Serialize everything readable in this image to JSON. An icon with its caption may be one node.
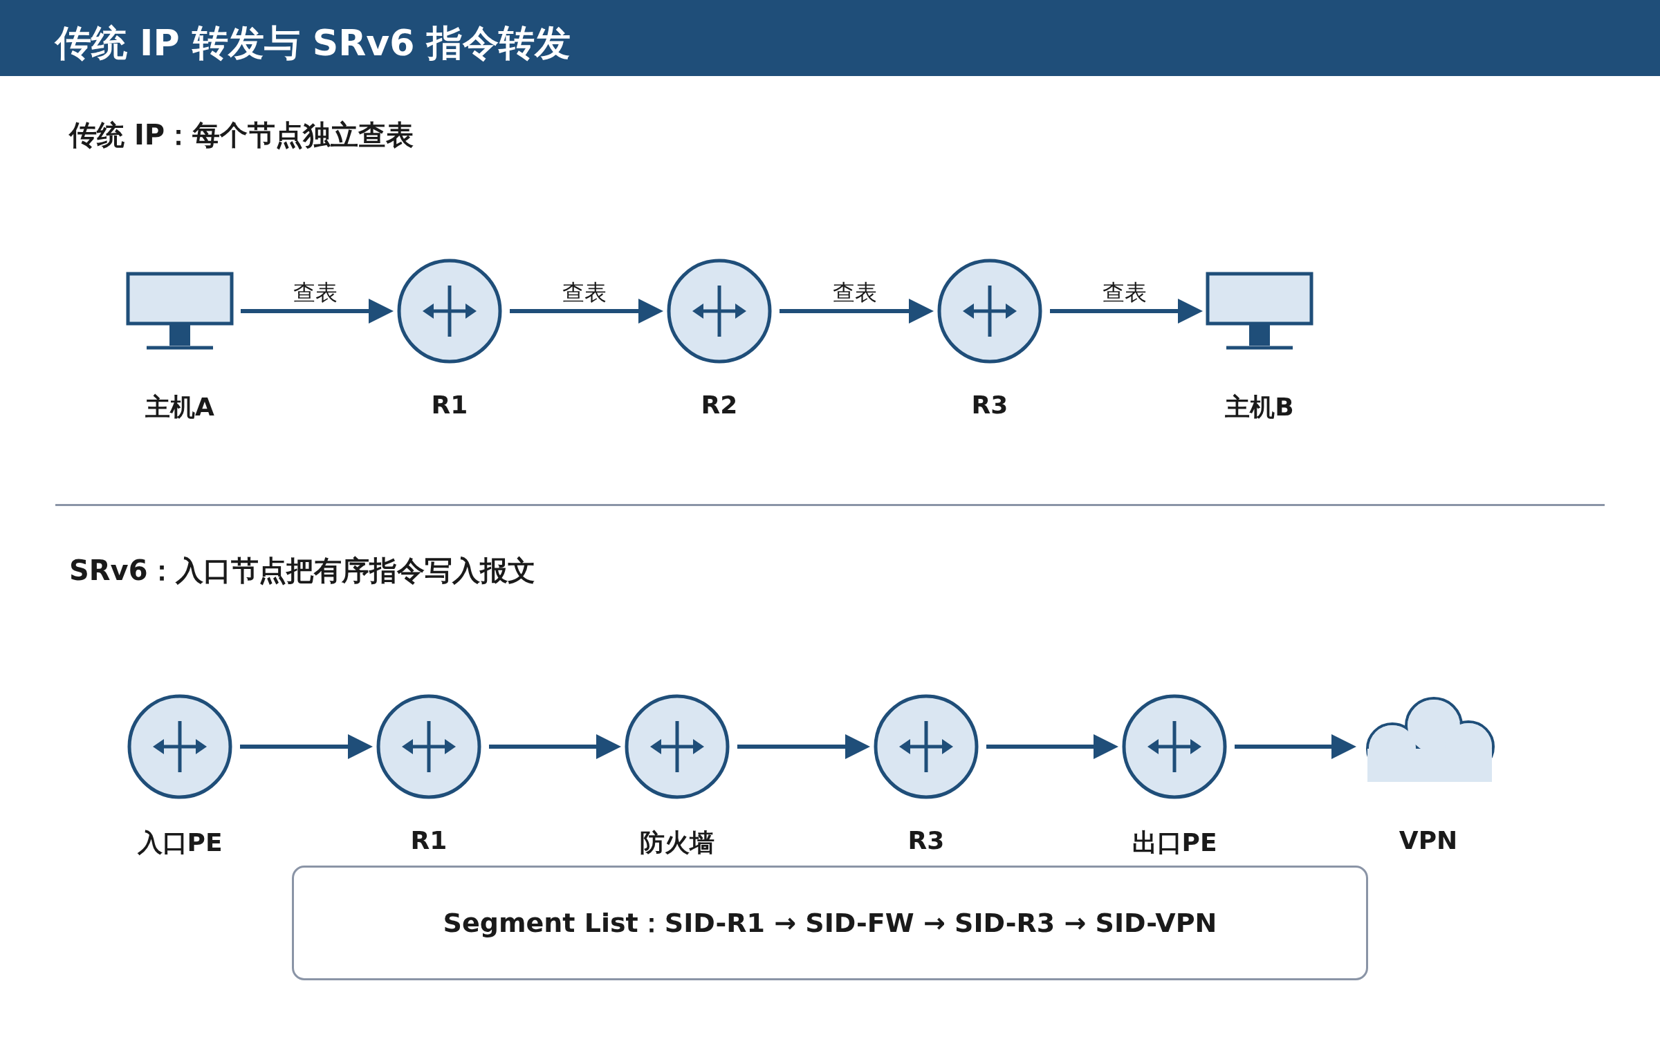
{
  "diagram": {
    "title": "传统 IP 转发与 SRv6 指令转发",
    "nodes": [
      {
        "text": [
          "主机A"
        ]
      },
      {
        "text": [
          "R1"
        ]
      },
      {
        "text": [
          "R2"
        ]
      },
      {
        "text": [
          "R3"
        ]
      },
      {
        "text": [
          "主机B"
        ]
      },
      {
        "text": [
          "入口PE"
        ]
      },
      {
        "text": [
          "R1"
        ]
      },
      {
        "text": [
          "防火墙"
        ]
      },
      {
        "text": [
          "R3"
        ]
      },
      {
        "text": [
          "出口PE"
        ]
      },
      {
        "text": [
          "VPN"
        ]
      },
      {
        "text": [
          "Segment List：SID-R1 → SID-FW → SID-R3 → SID-VPN"
        ]
      }
    ],
    "edges": [
      {
        "from": 0,
        "to": 1,
        "arrow": "to",
        "label": "查表"
      },
      {
        "from": 1,
        "to": 2,
        "arrow": "to",
        "label": "查表"
      },
      {
        "from": 2,
        "to": 3,
        "arrow": "to",
        "label": "查表"
      },
      {
        "from": 3,
        "to": 4,
        "arrow": "to",
        "label": "查表"
      },
      {
        "from": 5,
        "to": 6,
        "arrow": "to"
      },
      {
        "from": 6,
        "to": 7,
        "arrow": "to"
      },
      {
        "from": 7,
        "to": 8,
        "arrow": "to"
      },
      {
        "from": 8,
        "to": 9,
        "arrow": "to"
      },
      {
        "from": 9,
        "to": 10,
        "arrow": "to"
      }
    ],
    "labels": [
      "传统 IP：每个节点独立查表",
      "SRv6：入口节点把有序指令写入报文"
    ]
  }
}
